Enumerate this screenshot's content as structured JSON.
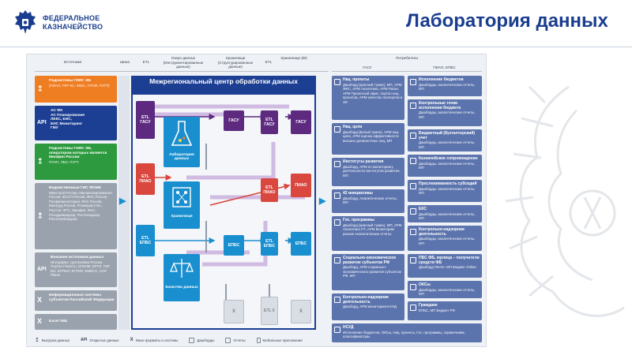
{
  "header": {
    "org_line1": "ФЕДЕРАЛЬНОЕ",
    "org_line2": "КАЗНАЧЕЙСТВО",
    "title": "Лаборатория данных"
  },
  "columns": {
    "sources": "Источники",
    "bus": "Шина",
    "etl": "ETL",
    "lake": "Озеро данных (Инструментированные данные)",
    "storage": "Хранилище (Структурированные данные)",
    "etl2": "ETL",
    "warehouse": "Хранилище (BI)",
    "consumers": "Потребители",
    "gasu": "ГАСУ",
    "piao": "ПИАО, ЕПБС"
  },
  "sources": [
    {
      "icon": "↥",
      "title": "Подсистемы ГИИС ЭБ",
      "sub": "(ПИАО, ПУР КС, ЛКБС, ПУОФ, ПУГП)",
      "color": "orange"
    },
    {
      "icon": "API",
      "title": "АС ФК\nАС Планирование\nЛЕКС, ЕИС,\nЕИС Мониторинг\nГМУ",
      "sub": "",
      "color": "blue"
    },
    {
      "icon": "↥",
      "title": "Подсистемы ГИИС ЭБ, оператором которых является Минфин России",
      "sub": "ПУНП, ПБЛ, ПУГП",
      "color": "green"
    },
    {
      "icon": "↥",
      "title": "Ведомственные ГИС ФОИВ",
      "sub": "Минстрой России, Минэкономразвития России, ФССП России, ФНС России, Росфинмониторинг, ФАС России, Минтруд России, Росимущество, Росстат, ФТС, Минфин, ФНС, Росздравнадзор, Ростехнадзор, Роспотребнадзор",
      "color": "grey"
    },
    {
      "icon": "API",
      "title": "Внешние источники данных",
      "sub": "Интерфакс, Центробанк России, Портал Fiscal.ru, ЕРКНМ, ЕРУЛ, ГИР БО, ЕГРЮЛ, ЕГРИП, ЕМИСС, СОУ Platon",
      "color": "grey"
    },
    {
      "icon": "X",
      "title": "Информационные системы субъектов Российской Федерации",
      "sub": "",
      "color": "grey"
    },
    {
      "icon": "X",
      "title": "Excel XML",
      "sub": "",
      "color": "grey"
    }
  ],
  "center": {
    "title": "Межрегиональный центр обработки данных",
    "lab": "Лаборатория данных",
    "storage": "Хранилище",
    "quality": "Качество данных",
    "etl_gasu": "ETL ГАСУ",
    "etl_piao": "ETL ПИАО",
    "etl_epbs": "ETL ЕПБС",
    "gasu": "ГАСУ",
    "piao": "ПИАО",
    "epbs": "ЕПБС",
    "etl_gasu_2": "ETL ГАСУ",
    "etl_piao_2": "ETL ПИАО",
    "etl_epbs_2": "ETL ЕПБС",
    "gasu_bi": "ГАСУ",
    "piao_bi": "ПИАО",
    "epbs_bi": "ЕПБС",
    "x1": "X",
    "x2": "ETL X",
    "x3": "X"
  },
  "consumers_gasu": [
    {
      "title": "Нац. проекты",
      "sub": "Дашборд (красный туман), МП, АРМ ЖКС, АРМ Аналитика, АРМ Риски, АРМ Проектный офис, портал нац. проектов, АРМ качество паспортов и ЗИ"
    },
    {
      "title": "Нац. цели",
      "sub": "Дашборд (Белый туман), АРМ нац. цели, АРМ оценка эффективности высших должностных лиц, МП"
    },
    {
      "title": "Институты развития",
      "sub": "Дашборд, АРМ по мониторингу деятельности институтов развития, МП"
    },
    {
      "title": "42 инициативы",
      "sub": "Дашборд, Аналитические отчеты, МП"
    },
    {
      "title": "Гос. программы",
      "sub": "Дашборд (красный туман), МП, АРМ Аналитика ГП, АРМ Мониторинг рисков Аналитические отчеты"
    },
    {
      "title": "Социально-экономическое развитие субъектов РФ",
      "sub": "Дашборд, АРМ социально-экономического развития субъектов РФ, МП"
    },
    {
      "title": "Контрольно-надзорная деятельность",
      "sub": "Дашборд, АРМ мониторинга КНД"
    },
    {
      "title": "НСУД",
      "sub": "Исполнение бюджетов, ОКСы, Нац. проекты, Гос. программы, справочники, классификаторы"
    }
  ],
  "consumers_piao": [
    {
      "title": "Исполнение бюджетов",
      "sub": "Дашборды, аналитические отчеты, МП"
    },
    {
      "title": "Контрольные точки исполнения бюджета",
      "sub": "Дашборды, аналитические отчеты, МП"
    },
    {
      "title": "Бюджетный (бухгалтерский) учет",
      "sub": "Дашборды, аналитические отчеты, МП"
    },
    {
      "title": "Казначейское сопровождение",
      "sub": "Дашборды, аналитические отчеты, МП"
    },
    {
      "title": "Прослеживаемость субсидий",
      "sub": "Дашборды, аналитические отчеты, МП"
    },
    {
      "title": "ЕКС",
      "sub": "Дашборды, аналитические отчеты, МП"
    },
    {
      "title": "Контрольно-надзорная деятельность",
      "sub": "Дашборды, аналитические отчеты, МП"
    },
    {
      "title": "ПБС ФБ, юрлица – получатели средств ФБ",
      "sub": "Дашборд ПИАО, МП Бюджет Online"
    },
    {
      "title": "ОКСы",
      "sub": "Дашборды, аналитические отчеты, МП"
    },
    {
      "title": "Граждане",
      "sub": "ЕПБС, МП Бюджет РФ"
    }
  ],
  "legend": [
    {
      "icon": "upload-icon",
      "label": "Выгрузка данных"
    },
    {
      "icon": "api-icon",
      "label": "Открытые данные"
    },
    {
      "icon": "x-icon",
      "label": "Иные форматы и системы"
    },
    {
      "icon": "dashboard-icon",
      "label": "Дашборды"
    },
    {
      "icon": "report-icon",
      "label": "Отчеты"
    },
    {
      "icon": "mobile-icon",
      "label": "Мобильные приложения"
    }
  ],
  "colors": {
    "brand": "#1a3d8f",
    "purple": "#5d2a80",
    "red": "#d9473f",
    "teal": "#1a8fcf",
    "consumer": "#5c74ad"
  }
}
